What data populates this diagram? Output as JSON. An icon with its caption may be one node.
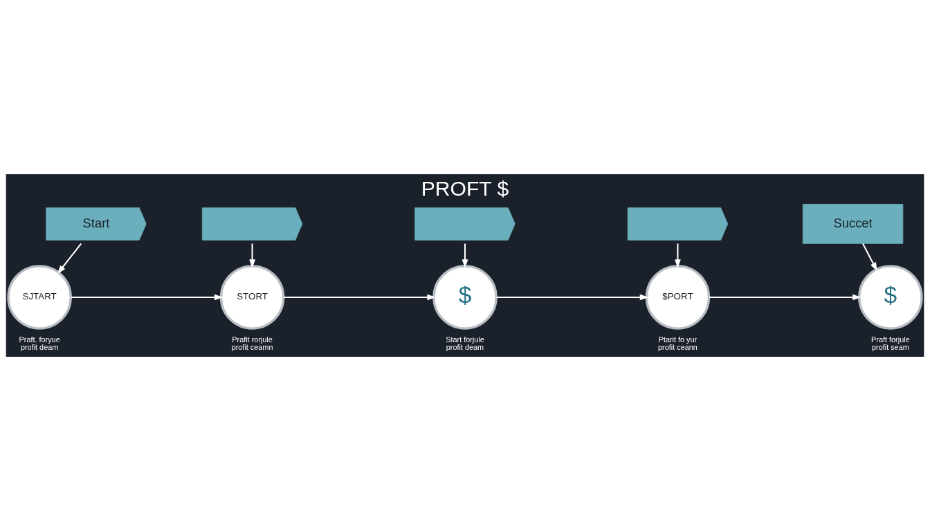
{
  "diagram": {
    "title": "PROFT $",
    "nodes": [
      {
        "text": [
          "Start"
        ]
      },
      {
        "text": [],
        "shape": "arrow"
      },
      {
        "text": [],
        "shape": "arrow"
      },
      {
        "text": [],
        "shape": "arrow"
      },
      {
        "text": [
          "Succet"
        ]
      },
      {
        "text": [
          "SJTART"
        ],
        "beside": [
          "Praft. foryue profit deam"
        ]
      },
      {
        "text": [
          "STORT"
        ],
        "beside": [
          "Prafit rorjule profit ceamn"
        ]
      },
      {
        "text": [
          "$"
        ],
        "beside": [
          "Start forjule profit deam"
        ]
      },
      {
        "text": [
          "$PORT"
        ],
        "beside": [
          "Ptarit fo yur profit ceann"
        ]
      },
      {
        "text": [
          "$"
        ],
        "beside": [
          "Praft forjule profit seam"
        ]
      }
    ],
    "edges": [
      {
        "from": 0,
        "to": 5,
        "arrow": "to"
      },
      {
        "from": 1,
        "to": 6,
        "arrow": "to"
      },
      {
        "from": 2,
        "to": 7,
        "arrow": "to"
      },
      {
        "from": 3,
        "to": 8,
        "arrow": "to"
      },
      {
        "from": 4,
        "to": 9,
        "arrow": "to"
      },
      {
        "from": 5,
        "to": 6,
        "arrow": "to"
      },
      {
        "from": 6,
        "to": 7,
        "arrow": "to"
      },
      {
        "from": 7,
        "to": 8,
        "arrow": "to"
      },
      {
        "from": 8,
        "to": 9,
        "arrow": "to"
      }
    ]
  }
}
